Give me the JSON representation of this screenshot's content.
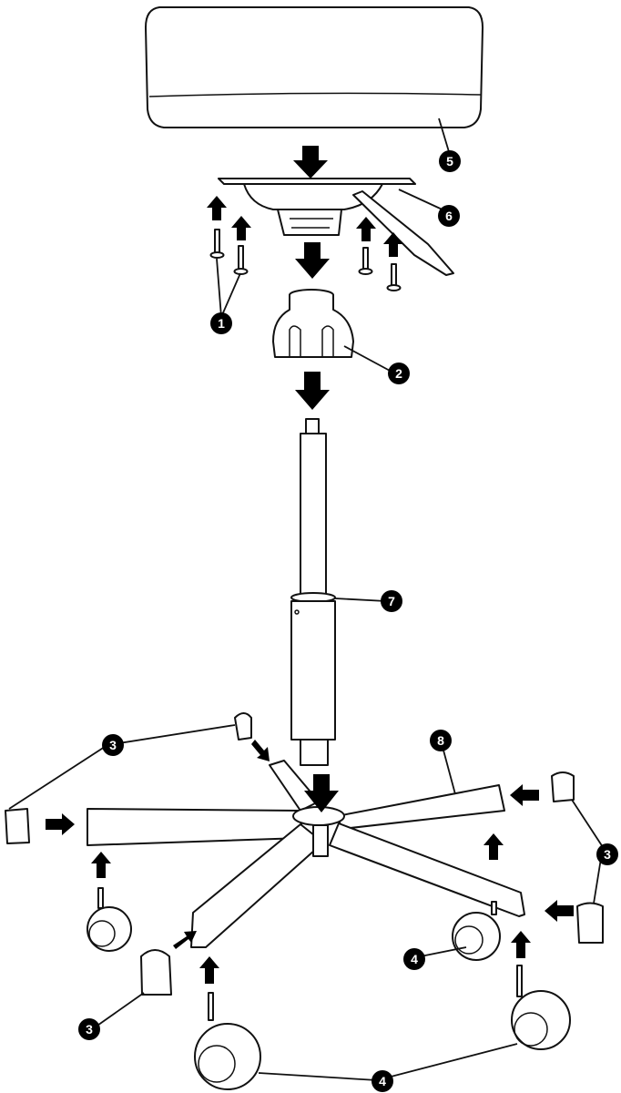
{
  "diagram": {
    "type": "exploded-assembly",
    "parts": {
      "screws": "1",
      "seat_adapter": "2",
      "end_cap": "3",
      "caster": "4",
      "seat": "5",
      "tilt_mechanism": "6",
      "gas_cylinder": "7",
      "base": "8"
    },
    "colors": {
      "ink": "#111111",
      "background": "#ffffff"
    }
  }
}
